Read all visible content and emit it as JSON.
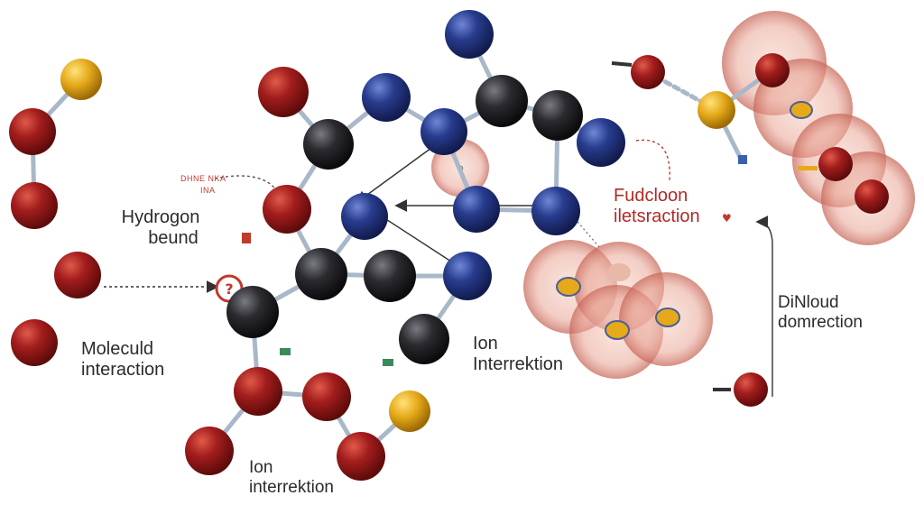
{
  "labels": {
    "hydrogen_bond_line1": "Hydrogon",
    "hydrogen_bond_line2": "beund",
    "molecule_interaction_line1": "Moleculd",
    "molecule_interaction_line2": "interaction",
    "ion_interaction_center_line1": "Ion",
    "ion_interaction_center_line2": "Interrektion",
    "ion_interaction_bottom_line1": "Ion",
    "ion_interaction_bottom_line2": "interrektion",
    "fuction_interaction_line1": "Fudcloon",
    "fuction_interaction_line2": "iletsraction",
    "diffusion_direction_line1": "DiNloud",
    "diffusion_direction_line2": "domrection",
    "tiny_annotation_1": "DHNE NKA",
    "tiny_annotation_2": "INA"
  },
  "colors": {
    "oxygen_red": "#a31d1d",
    "nitrogen_blue": "#283c8e",
    "carbon_black": "#2b2b30",
    "sulfur_yellow": "#e5a91a",
    "bond_gray": "#a9b8c9",
    "cloud_pink": "#e8a595",
    "arrow_dark": "#333333",
    "accent_red": "#c0392b"
  }
}
